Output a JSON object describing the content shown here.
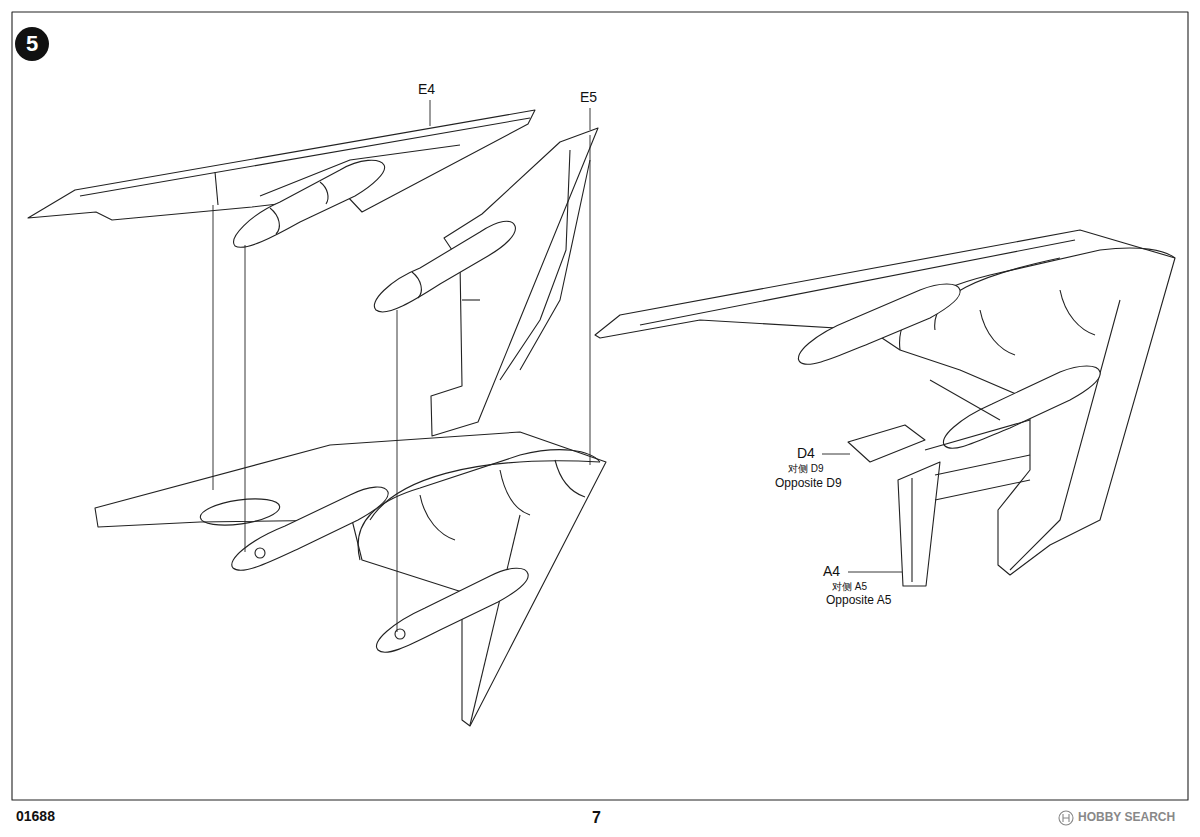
{
  "diagram": {
    "nodes": [
      {
        "text": [
          "5"
        ]
      }
    ],
    "labels": [
      "E4",
      "E5",
      "D4",
      "对侧 D9",
      "Opposite D9",
      "A4",
      "对侧 A5",
      "Opposite A5",
      "01688",
      "7",
      "HOBBY SEARCH"
    ]
  }
}
